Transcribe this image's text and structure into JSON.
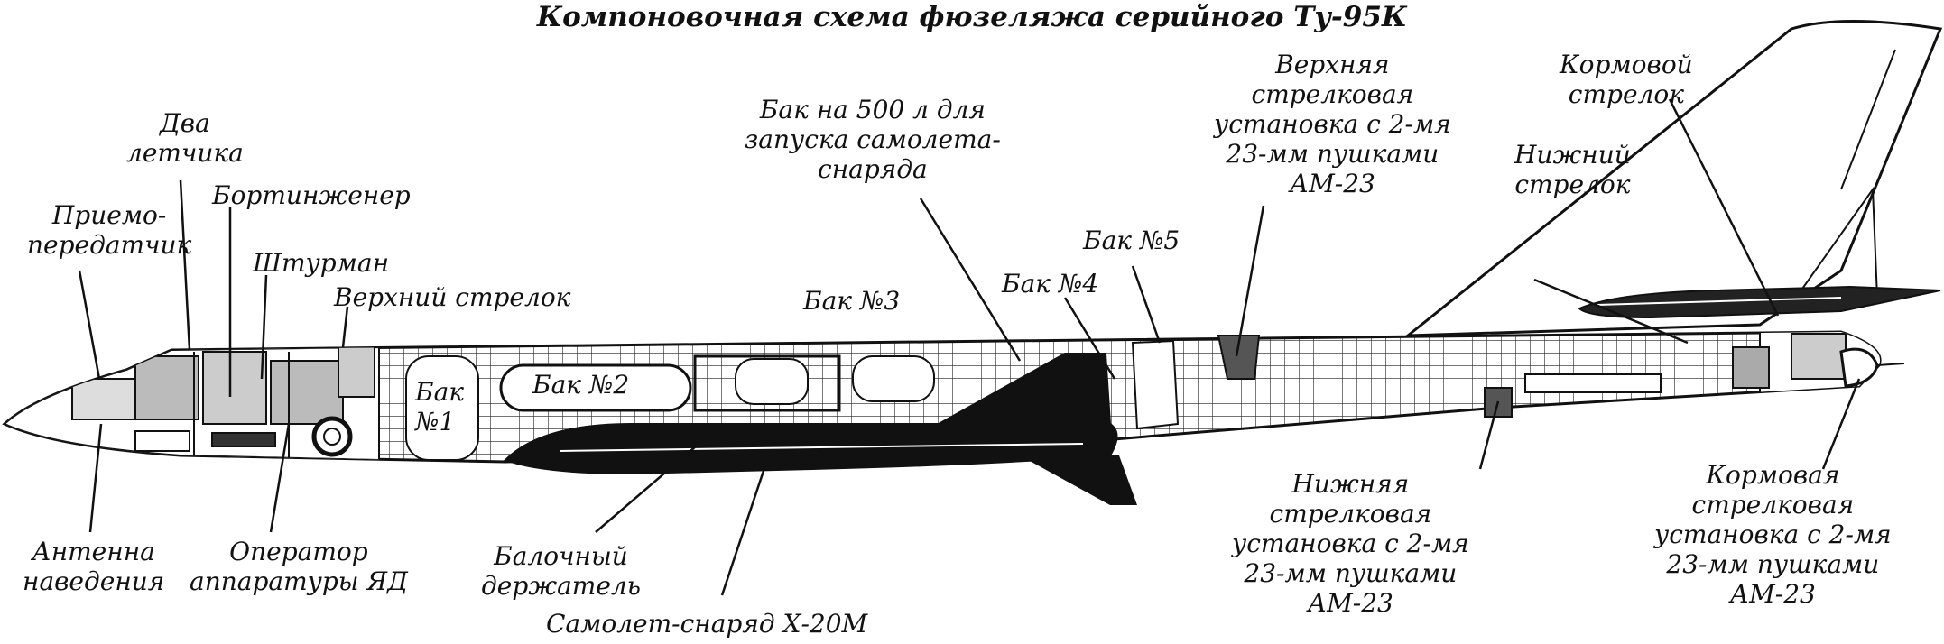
{
  "title": "Компоновочная схема фюзеляжа серийного Ту-95К",
  "labels": {
    "two_pilots": [
      "Два",
      "летчика"
    ],
    "transceiver": [
      "Приемо-",
      "передатчик"
    ],
    "flight_engineer": [
      "Бортинженер"
    ],
    "navigator": [
      "Штурман"
    ],
    "upper_gunner": [
      "Верхний стрелок"
    ],
    "tank_1": [
      "Бак",
      "№1"
    ],
    "tank_2": [
      "Бак №2"
    ],
    "tank_3": [
      "Бак №3"
    ],
    "tank_4": [
      "Бак №4"
    ],
    "tank_5": [
      "Бак №5"
    ],
    "tank_500": [
      "Бак на 500 л для",
      "запуска самолета-",
      "снаряда"
    ],
    "upper_turret": [
      "Верхняя",
      "стрелковая",
      "установка с 2-мя",
      "23-мм пушками",
      "АМ-23"
    ],
    "tail_gunner": [
      "Кормовой",
      "стрелок"
    ],
    "lower_gunner": [
      "Нижний",
      "стрелок"
    ],
    "guidance_antenna": [
      "Антенна",
      "наведения"
    ],
    "nd_operator": [
      "Оператор",
      "аппаратуры ЯД"
    ],
    "beam_holder": [
      "Балочный",
      "держатель"
    ],
    "missile": [
      "Самолет-снаряд Х-20М"
    ],
    "lower_turret": [
      "Нижняя",
      "стрелковая",
      "установка с 2-мя",
      "23-мм пушками",
      "АМ-23"
    ],
    "tail_turret": [
      "Кормовая",
      "стрелковая",
      "установка с 2-мя",
      "23-мм пушками",
      "АМ-23"
    ]
  }
}
